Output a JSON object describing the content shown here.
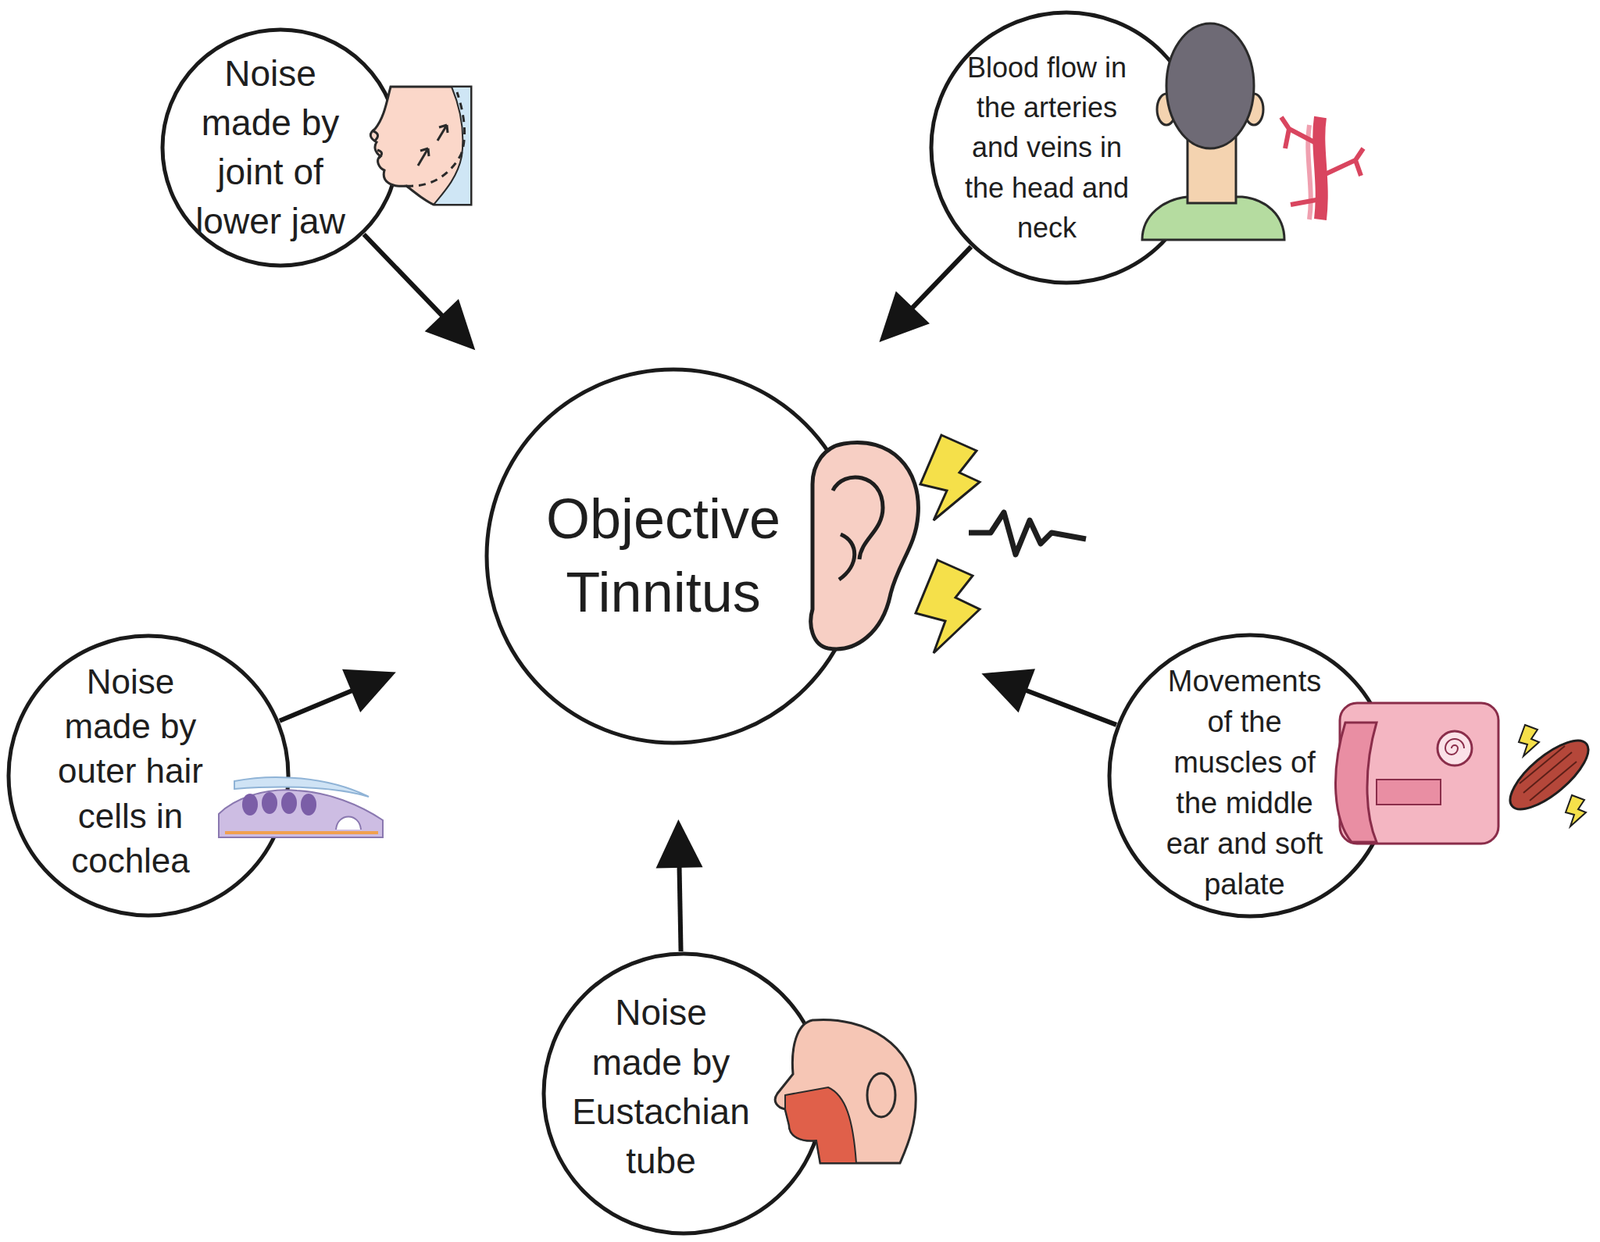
{
  "diagram": {
    "nodes": [
      {
        "text": [
          "Noise made by joint of lower jaw"
        ]
      },
      {
        "text": [
          "Blood flow in the arteries and veins in the head and neck"
        ]
      },
      {
        "text": [
          "Objective Tinnitus"
        ]
      },
      {
        "text": [
          "Noise made by outer hair cells in cochlea"
        ]
      },
      {
        "text": [
          "Movements of the muscles of the middle ear and soft palate"
        ]
      },
      {
        "text": [
          "Noise made by Eustachian tube"
        ]
      }
    ],
    "edges": [
      {
        "from": 0,
        "to": 2,
        "arrow": "to"
      },
      {
        "from": 1,
        "to": 2,
        "arrow": "to"
      },
      {
        "from": 3,
        "to": 2,
        "arrow": "to"
      },
      {
        "from": 4,
        "to": 2,
        "arrow": "to"
      },
      {
        "from": 5,
        "to": 2,
        "arrow": "to"
      }
    ]
  }
}
